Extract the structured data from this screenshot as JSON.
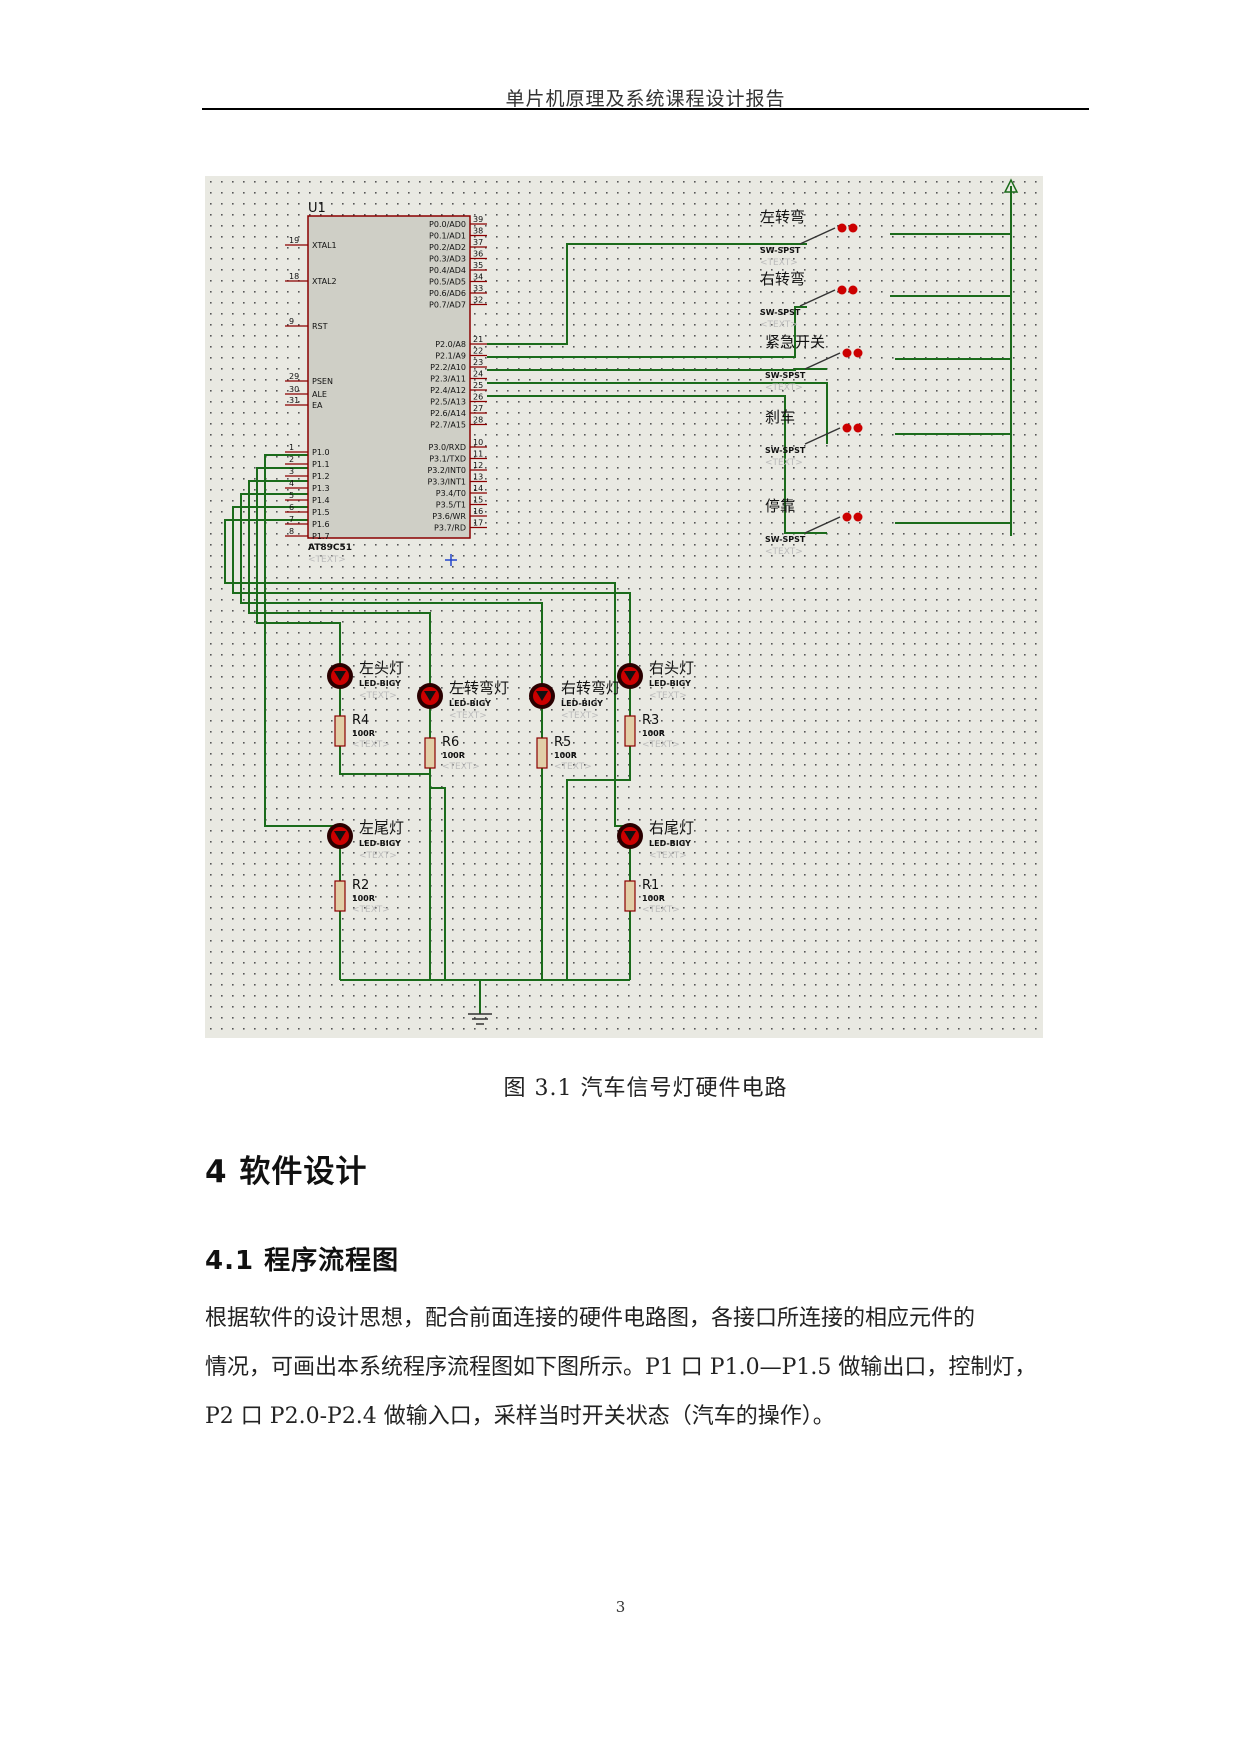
{
  "header": {
    "title": "单片机原理及系统课程设计报告"
  },
  "figure": {
    "chip": {
      "ref": "U1",
      "part": "AT89C51",
      "stext": "<TEXT>",
      "left_pins": [
        {
          "num": "19",
          "name": "XTAL1"
        },
        {
          "num": "18",
          "name": "XTAL2"
        },
        {
          "num": "9",
          "name": "RST"
        },
        {
          "num": "29",
          "name": "PSEN"
        },
        {
          "num": "30",
          "name": "ALE"
        },
        {
          "num": "31",
          "name": "EA"
        },
        {
          "num": "1",
          "name": "P1.0"
        },
        {
          "num": "2",
          "name": "P1.1"
        },
        {
          "num": "3",
          "name": "P1.2"
        },
        {
          "num": "4",
          "name": "P1.3"
        },
        {
          "num": "5",
          "name": "P1.4"
        },
        {
          "num": "6",
          "name": "P1.5"
        },
        {
          "num": "7",
          "name": "P1.6"
        },
        {
          "num": "8",
          "name": "P1.7"
        }
      ],
      "right_pins": [
        {
          "num": "39",
          "name": "P0.0/AD0"
        },
        {
          "num": "38",
          "name": "P0.1/AD1"
        },
        {
          "num": "37",
          "name": "P0.2/AD2"
        },
        {
          "num": "36",
          "name": "P0.3/AD3"
        },
        {
          "num": "35",
          "name": "P0.4/AD4"
        },
        {
          "num": "34",
          "name": "P0.5/AD5"
        },
        {
          "num": "33",
          "name": "P0.6/AD6"
        },
        {
          "num": "32",
          "name": "P0.7/AD7"
        },
        {
          "num": "21",
          "name": "P2.0/A8"
        },
        {
          "num": "22",
          "name": "P2.1/A9"
        },
        {
          "num": "23",
          "name": "P2.2/A10"
        },
        {
          "num": "24",
          "name": "P2.3/A11"
        },
        {
          "num": "25",
          "name": "P2.4/A12"
        },
        {
          "num": "26",
          "name": "P2.5/A13"
        },
        {
          "num": "27",
          "name": "P2.6/A14"
        },
        {
          "num": "28",
          "name": "P2.7/A15"
        },
        {
          "num": "10",
          "name": "P3.0/RXD"
        },
        {
          "num": "11",
          "name": "P3.1/TXD"
        },
        {
          "num": "12",
          "name": "P3.2/INT0"
        },
        {
          "num": "13",
          "name": "P3.3/INT1"
        },
        {
          "num": "14",
          "name": "P3.4/T0"
        },
        {
          "num": "15",
          "name": "P3.5/T1"
        },
        {
          "num": "16",
          "name": "P3.6/WR"
        },
        {
          "num": "17",
          "name": "P3.7/RD"
        }
      ]
    },
    "switches": [
      {
        "label": "左转弯",
        "part": "SW-SPST",
        "stext": "<TEXT>"
      },
      {
        "label": "右转弯",
        "part": "SW-SPST",
        "stext": "<TEXT>"
      },
      {
        "label": "紧急开关",
        "part": "SW-SPST",
        "stext": "<TEXT>"
      },
      {
        "label": "刹车",
        "part": "SW-SPST",
        "stext": "<TEXT>"
      },
      {
        "label": "停靠",
        "part": "SW-SPST",
        "stext": "<TEXT>"
      }
    ],
    "leds": [
      {
        "label": "左头灯",
        "part": "LED-BIGY",
        "stext": "<TEXT>"
      },
      {
        "label": "左转弯灯",
        "part": "LED-BIGY",
        "stext": "<TEXT>"
      },
      {
        "label": "右转弯灯",
        "part": "LED-BIGY",
        "stext": "<TEXT>"
      },
      {
        "label": "右头灯",
        "part": "LED-BIGY",
        "stext": "<TEXT>"
      },
      {
        "label": "左尾灯",
        "part": "LED-BIGY",
        "stext": "<TEXT>"
      },
      {
        "label": "右尾灯",
        "part": "LED-BIGY",
        "stext": "<TEXT>"
      }
    ],
    "resistors": [
      {
        "ref": "R4",
        "value": "100R",
        "stext": "<TEXT>"
      },
      {
        "ref": "R6",
        "value": "100R",
        "stext": "<TEXT>"
      },
      {
        "ref": "R5",
        "value": "100R",
        "stext": "<TEXT>"
      },
      {
        "ref": "R3",
        "value": "100R",
        "stext": "<TEXT>"
      },
      {
        "ref": "R2",
        "value": "100R",
        "stext": "<TEXT>"
      },
      {
        "ref": "R1",
        "value": "100R",
        "stext": "<TEXT>"
      }
    ],
    "colors": {
      "grid_bg": "#e9e9e2",
      "wire": "#1b6b1b",
      "chip_fill": "#cfcfc6",
      "pin": "#8b0000",
      "led": "#cc0000"
    }
  },
  "caption": "图 3.1  汽车信号灯硬件电路",
  "section": {
    "title": "4 软件设计"
  },
  "subsection": {
    "title": "4.1 程序流程图"
  },
  "paragraph": {
    "line1": "根据软件的设计思想，配合前面连接的硬件电路图，各接口所连接的相应元件的",
    "line2": "情况，可画出本系统程序流程图如下图所示。P1 口 P1.0—P1.5 做输出口，控制灯，",
    "line3": "P2 口 P2.0-P2.4 做输入口，采样当时开关状态（汽车的操作）。"
  },
  "page_number": "3"
}
